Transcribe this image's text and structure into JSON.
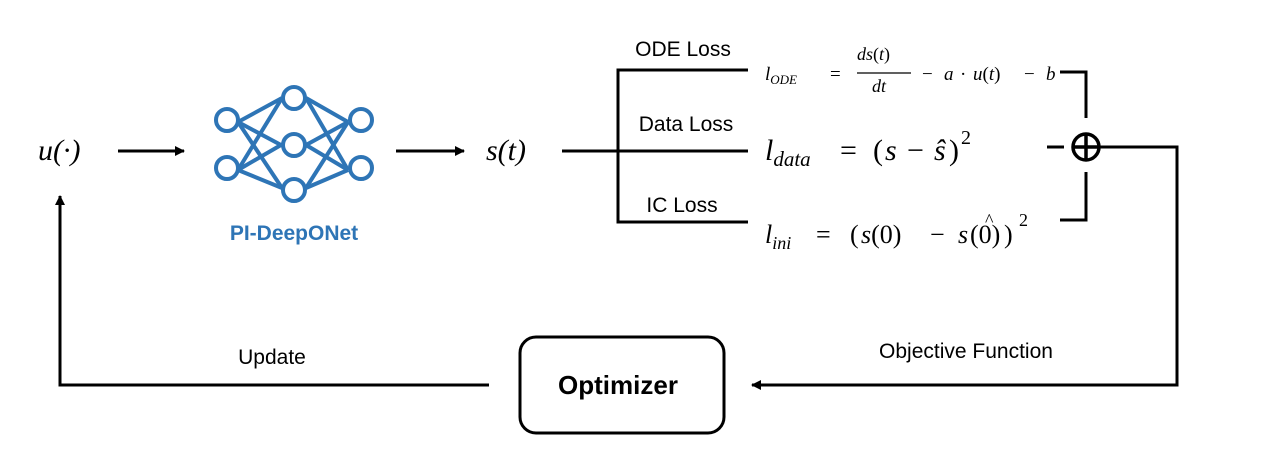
{
  "input_label": "u(·)",
  "output_label": "s(t)",
  "network": {
    "name": "PI-DeepONet",
    "color": "#2E75B6"
  },
  "losses": {
    "ode": {
      "label": "ODE Loss"
    },
    "data": {
      "label": "Data Loss"
    },
    "ic": {
      "label": "IC Loss"
    }
  },
  "sum_symbol": "⊕",
  "optimizer": {
    "label": "Optimizer"
  },
  "edges": {
    "objective": "Objective Function",
    "update": "Update"
  }
}
